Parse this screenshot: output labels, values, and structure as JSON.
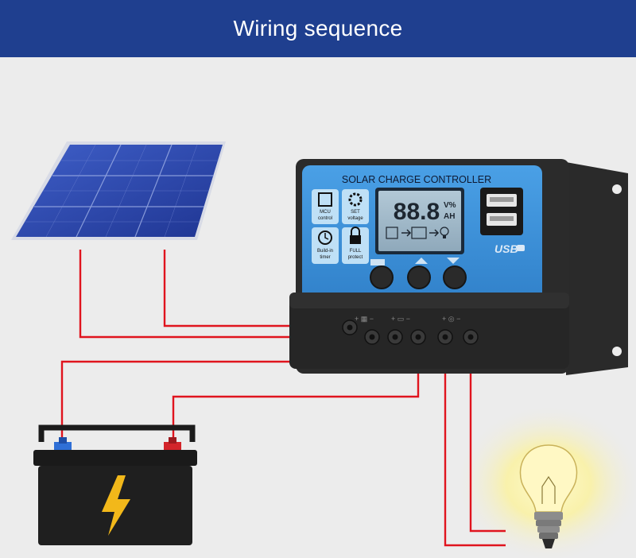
{
  "header": {
    "title": "Wiring sequence"
  },
  "controller": {
    "title": "SOLAR CHARGE CONTROLLER",
    "lcd_digits": "88.8",
    "lcd_unit_top": "V%",
    "lcd_unit_bottom": "AH",
    "left_icons": [
      {
        "line1": "MCU",
        "line2": "control",
        "icon": "chip-icon"
      },
      {
        "line1": "SET",
        "line2": "voltage",
        "icon": "gear-icon"
      },
      {
        "line1": "Build-in",
        "line2": "timer",
        "icon": "clock-icon"
      },
      {
        "line1": "FULL",
        "line2": "protect",
        "icon": "lock-icon"
      }
    ],
    "usb_label": "USB",
    "buttons": [
      "menu-button",
      "up-button",
      "down-button"
    ],
    "terminal_groups": [
      "solar",
      "battery",
      "load"
    ]
  },
  "colors": {
    "header_bg": "#1f3f8f",
    "background": "#ececec",
    "wire": "#e0141e",
    "controller_face": "#3b8fd6",
    "controller_body": "#2b2b2b",
    "lcd": "#9bb6c8",
    "bolt": "#f2b81a",
    "bulb_glow": "#fbf2a0"
  }
}
